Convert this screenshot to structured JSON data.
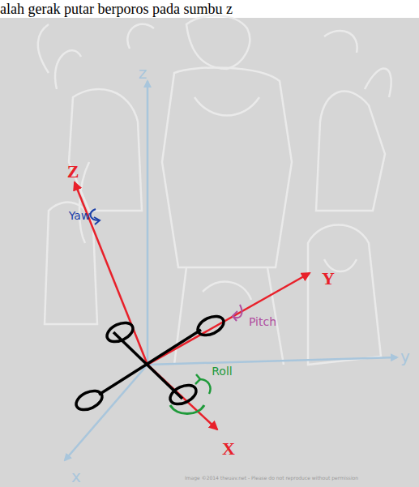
{
  "diagram": {
    "labels": [
      "alah gerak putar berporos pada sumbu z",
      "z",
      "y",
      "x",
      "Z",
      "Y",
      "X",
      "Yaw",
      "Pitch",
      "Roll",
      "Image ©2014 theuav.net - Please do not reproduce without permission"
    ]
  }
}
